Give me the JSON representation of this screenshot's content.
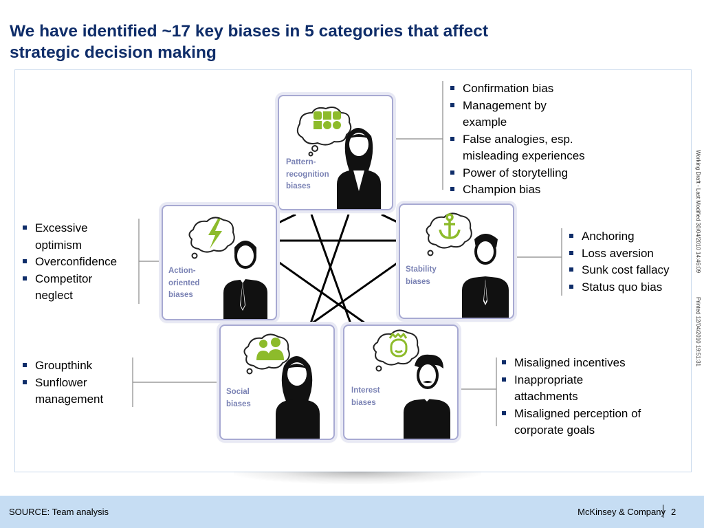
{
  "title": {
    "line1": "We have identified ~17 key biases in 5 categories that affect",
    "line2": "strategic decision making"
  },
  "categories": {
    "pattern": {
      "label": [
        "Pattern-",
        "recognition",
        "biases"
      ],
      "biases": [
        [
          "Confirmation bias"
        ],
        [
          "Management by",
          "example"
        ],
        [
          "False analogies, esp.",
          "misleading experiences"
        ],
        [
          "Power of storytelling"
        ],
        [
          "Champion bias"
        ]
      ]
    },
    "action": {
      "label": [
        "Action-",
        "oriented",
        "biases"
      ],
      "biases": [
        [
          "Excessive",
          "optimism"
        ],
        [
          "Overconfidence"
        ],
        [
          "Competitor",
          "neglect"
        ]
      ]
    },
    "stability": {
      "label": [
        "Stability",
        "biases"
      ],
      "biases": [
        [
          "Anchoring"
        ],
        [
          "Loss aversion"
        ],
        [
          "Sunk cost fallacy"
        ],
        [
          "Status quo bias"
        ]
      ]
    },
    "social": {
      "label": [
        "Social",
        "biases"
      ],
      "biases": [
        [
          "Groupthink"
        ],
        [
          "Sunflower",
          "management"
        ]
      ]
    },
    "interest": {
      "label": [
        "Interest",
        "biases"
      ],
      "biases": [
        [
          "Misaligned incentives"
        ],
        [
          "Inappropriate",
          "attachments"
        ],
        [
          "Misaligned perception of",
          "corporate goals"
        ]
      ]
    }
  },
  "side_note": {
    "modified": "Working Draft - Last Modified 30/04/2010 14:46:09",
    "printed": "Printed 12/04/2010 19:51:31"
  },
  "footer": {
    "source": "SOURCE: Team analysis",
    "firm": "McKinsey & Company",
    "page": "2"
  },
  "colors": {
    "title": "#0f2d69",
    "card_border": "#a7a9d2",
    "card_label": "#7a82b4",
    "icon_green": "#8dbb2b",
    "footer_bg": "#c6ddf3",
    "bullet": "#0f2d69"
  },
  "icons": {
    "pattern": "shapes-icon",
    "action": "lightning-icon",
    "stability": "anchor-icon",
    "social": "people-icon",
    "interest": "face-icon"
  }
}
